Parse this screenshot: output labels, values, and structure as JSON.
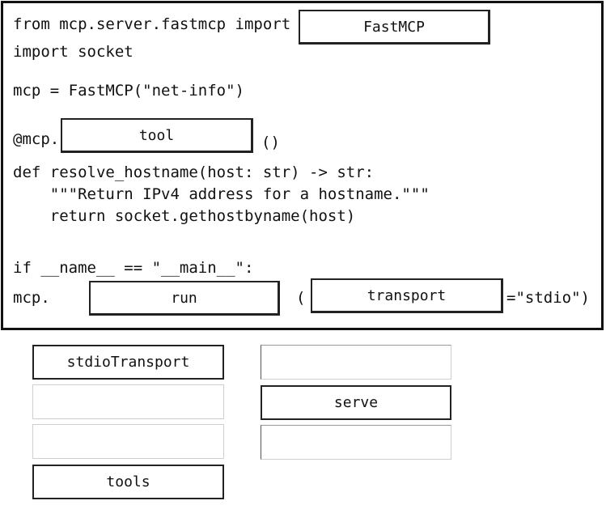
{
  "code": {
    "line1_prefix": "from mcp.server.fastmcp import",
    "line2": "import socket",
    "line3": "mcp = FastMCP(\"net-info\")",
    "decorator_prefix": "@mcp.",
    "decorator_suffix": "()",
    "line5": "def resolve_hostname(host: str) -> str:",
    "line6": "    \"\"\"Return IPv4 address for a hostname.\"\"\"",
    "line7": "    return socket.gethostbyname(host)",
    "line8": "if __name__ == \"__main__\":",
    "run_prefix": "mcp.",
    "run_paren": "(",
    "run_suffix": "=\"stdio\")"
  },
  "slots": {
    "import_target": "FastMCP",
    "decorator_name": "tool",
    "run_method": "run",
    "run_kwarg": "transport"
  },
  "options": {
    "left": [
      "stdioTransport",
      "",
      "",
      "tools"
    ],
    "right": [
      "",
      "serve",
      ""
    ]
  }
}
